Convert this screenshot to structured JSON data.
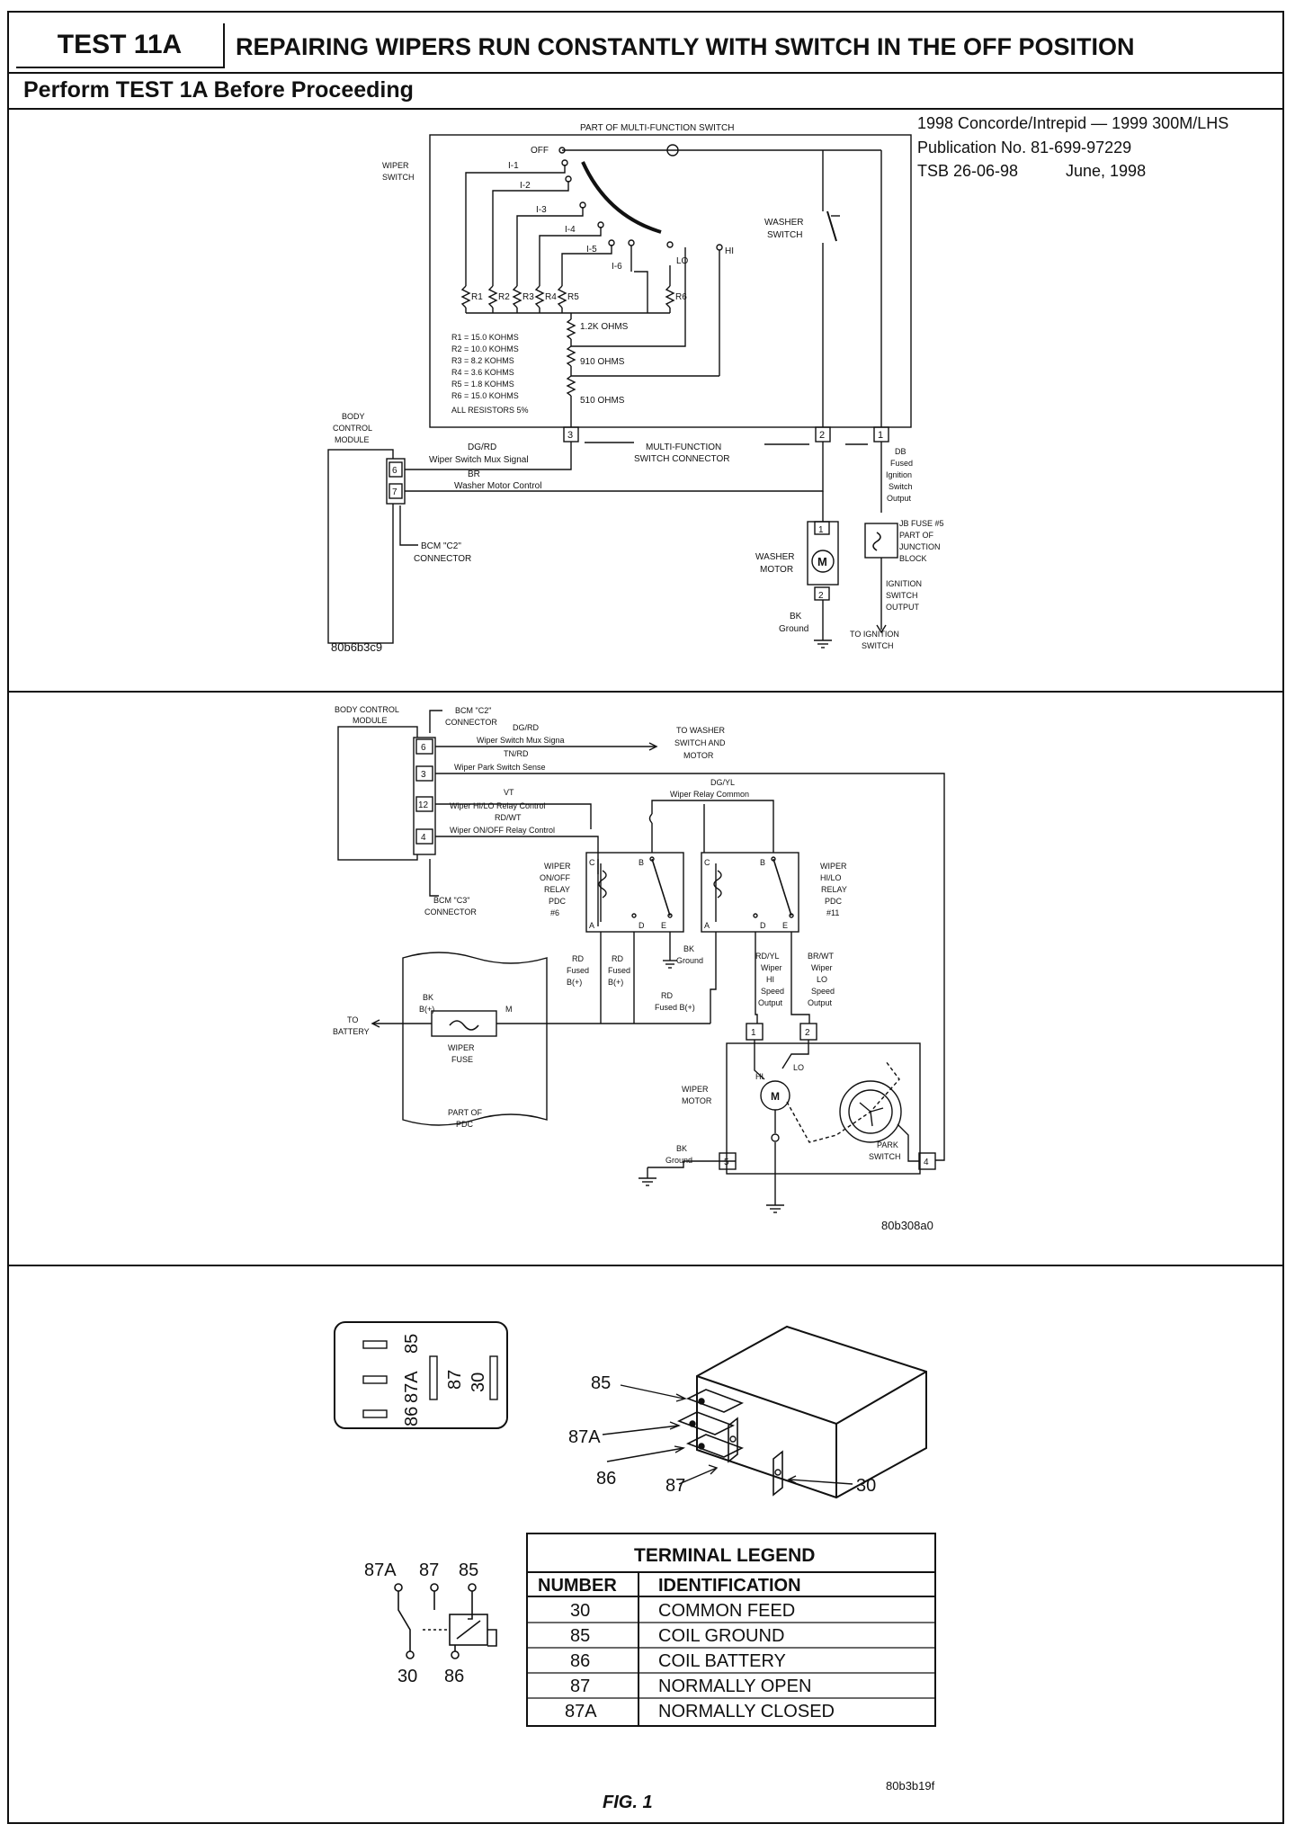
{
  "header": {
    "test_id": "TEST 11A",
    "title": "REPAIRING WIPERS RUN CONSTANTLY WITH SWITCH IN THE OFF POSITION",
    "subtitle": "Perform TEST 1A Before Proceeding"
  },
  "publication": {
    "models": "1998 Concorde/Intrepid — 1999 300M/LHS",
    "number": "Publication No. 81-699-97229",
    "tsb": "TSB 26-06-98",
    "date": "June, 1998"
  },
  "diagram1": {
    "id": "80b6b3c9",
    "part_of_switch": "PART OF MULTI-FUNCTION SWITCH",
    "off_label": "OFF",
    "wiper_switch": [
      "WIPER",
      "SWITCH"
    ],
    "positions": [
      "I-1",
      "I-2",
      "I-3",
      "I-4",
      "I-5",
      "I-6",
      "LO",
      "HI"
    ],
    "resistor_labels": [
      "R1",
      "R2",
      "R3",
      "R4",
      "R5",
      "R6"
    ],
    "resistor_values": [
      "R1 = 15.0 KOHMS",
      "R2 = 10.0 KOHMS",
      "R3 = 8.2 KOHMS",
      "R4 = 3.6 KOHMS",
      "R5 = 1.8 KOHMS",
      "R6 = 15.0 KOHMS",
      "ALL RESISTORS 5%"
    ],
    "series_resistors": [
      "1.2K OHMS",
      "910 OHMS",
      "510 OHMS"
    ],
    "washer_switch": [
      "WASHER",
      "SWITCH"
    ],
    "bcm": [
      "BODY",
      "CONTROL",
      "MODULE"
    ],
    "bcm_pins": [
      "6",
      "7"
    ],
    "wire1_color": "DG/RD",
    "wire1_name": "Wiper Switch Mux Signal",
    "wire2_color": "BR",
    "wire2_name": "Washer Motor Control",
    "connector": [
      "MULTI-FUNCTION",
      "SWITCH CONNECTOR"
    ],
    "connector_pins": [
      "3",
      "2",
      "1"
    ],
    "bcm_connector": [
      "BCM \"C2\"",
      "CONNECTOR"
    ],
    "db_wire": [
      "DB",
      "Fused",
      "Ignition",
      "Switch",
      "Output"
    ],
    "jb_fuse": [
      "JB FUSE #5",
      "PART OF",
      "JUNCTION",
      "BLOCK"
    ],
    "washer_motor": [
      "WASHER",
      "MOTOR"
    ],
    "motor_pins": [
      "1",
      "2"
    ],
    "motor_symbol": "M",
    "ground": [
      "BK",
      "Ground"
    ],
    "ignition_output": [
      "IGNITION",
      "SWITCH",
      "OUTPUT"
    ],
    "to_ignition": [
      "TO IGNITION",
      "SWITCH"
    ]
  },
  "diagram2": {
    "id": "80b308a0",
    "bcm": [
      "BODY CONTROL",
      "MODULE"
    ],
    "bcm_c2": [
      "BCM \"C2\"",
      "CONNECTOR"
    ],
    "bcm_c3": [
      "BCM \"C3\"",
      "CONNECTOR"
    ],
    "bcm_pins": [
      "6",
      "3",
      "12",
      "4"
    ],
    "wires": [
      {
        "color": "DG/RD",
        "name": "Wiper Switch Mux Signa"
      },
      {
        "color": "TN/RD",
        "name": "Wiper Park Switch Sense"
      },
      {
        "color": "VT",
        "name": "Wiper HI/LO Relay Control"
      },
      {
        "color": "RD/WT",
        "name": "Wiper ON/OFF Relay Control"
      }
    ],
    "to_washer": [
      "TO WASHER",
      "SWITCH AND",
      "MOTOR"
    ],
    "relay_common": [
      "DG/YL",
      "Wiper Relay Common"
    ],
    "relay1": [
      "WIPER",
      "ON/OFF",
      "RELAY",
      "PDC",
      "#6"
    ],
    "relay2": [
      "WIPER",
      "HI/LO",
      "RELAY",
      "PDC",
      "#11"
    ],
    "relay_terms": [
      "C",
      "B",
      "A",
      "D",
      "E"
    ],
    "rd_fused_1": [
      "RD",
      "Fused",
      "B(+)"
    ],
    "rd_fused_2": [
      "RD",
      "Fused",
      "B(+)"
    ],
    "rd_fused_3": [
      "RD",
      "Fused B(+)"
    ],
    "bk_ground": [
      "BK",
      "Ground"
    ],
    "hi_speed": [
      "RD/YL",
      "Wiper",
      "HI",
      "Speed",
      "Output"
    ],
    "lo_speed": [
      "BR/WT",
      "Wiper",
      "LO",
      "Speed",
      "Output"
    ],
    "battery_wire": [
      "BK",
      "B(+)"
    ],
    "fuse_m": "M",
    "to_battery": [
      "TO",
      "BATTERY"
    ],
    "wiper_fuse": [
      "WIPER",
      "FUSE"
    ],
    "part_of_pdc": [
      "PART OF",
      "PDC"
    ],
    "wiper_motor": [
      "WIPER",
      "MOTOR"
    ],
    "motor_pins": [
      "1",
      "2",
      "5",
      "4"
    ],
    "hi": "HI",
    "lo": "LO",
    "motor_symbol": "M",
    "park_switch": [
      "PARK",
      "SWITCH"
    ],
    "motor_ground": [
      "BK",
      "Ground"
    ]
  },
  "diagram3": {
    "id": "80b3b19f",
    "fig": "FIG. 1",
    "terminals": [
      "85",
      "87A",
      "86",
      "87",
      "30"
    ],
    "top_view_labels": [
      "85",
      "87A",
      "87",
      "30",
      "86"
    ],
    "schematic_labels": [
      "87A",
      "87",
      "85",
      "30",
      "86"
    ],
    "legend_title": "TERMINAL LEGEND",
    "legend_headers": [
      "NUMBER",
      "IDENTIFICATION"
    ],
    "legend_rows": [
      {
        "number": "30",
        "identification": "COMMON FEED"
      },
      {
        "number": "85",
        "identification": "COIL GROUND"
      },
      {
        "number": "86",
        "identification": "COIL BATTERY"
      },
      {
        "number": "87",
        "identification": "NORMALLY OPEN"
      },
      {
        "number": "87A",
        "identification": "NORMALLY CLOSED"
      }
    ]
  }
}
